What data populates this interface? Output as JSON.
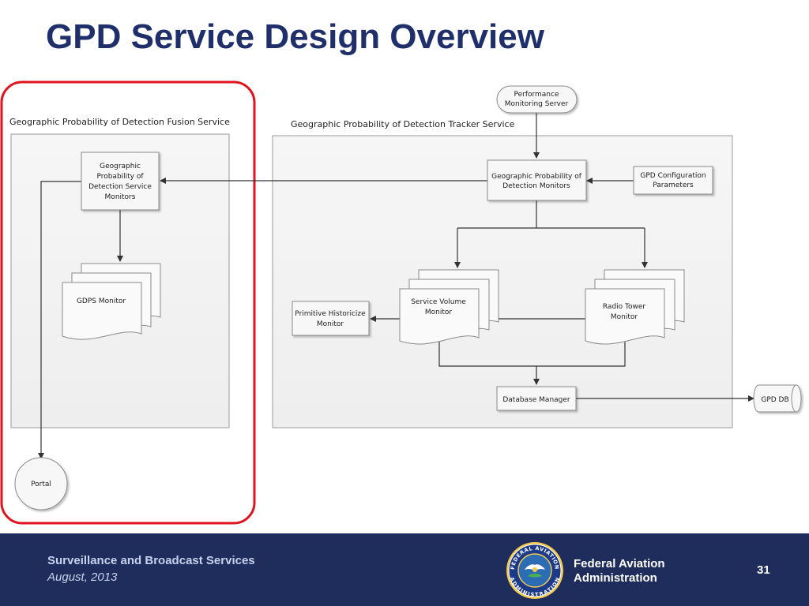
{
  "slide": {
    "title": "GPD Service Design Overview"
  },
  "diagram": {
    "fusion_service": {
      "label": "Geographic Probability of Detection Fusion Service",
      "service_monitors": [
        "Geographic",
        "Probability of",
        "Detection Service",
        "Monitors"
      ],
      "gdps_monitor": "GDPS Monitor"
    },
    "tracker_service": {
      "label": "Geographic Probability of Detection Tracker Service",
      "detection_monitors": [
        "Geographic Probability of",
        "Detection Monitors"
      ],
      "config_parameters": [
        "GPD Configuration",
        "Parameters"
      ],
      "primitive_historicize": [
        "Primitive Historicize",
        "Monitor"
      ],
      "service_volume_monitor": [
        "Service Volume",
        "Monitor"
      ],
      "radio_tower_monitor": [
        "Radio Tower",
        "Monitor"
      ],
      "database_manager": "Database Manager"
    },
    "performance_server": [
      "Performance",
      "Monitoring Server"
    ],
    "gpd_db": "GPD DB",
    "portal": "Portal",
    "highlight_color": "#e0141e"
  },
  "footer": {
    "org_line": "Surveillance and Broadcast Services",
    "date_line": "August, 2013",
    "agency_line1": "Federal Aviation",
    "agency_line2": "Administration",
    "page_number": "31",
    "seal_top_text": "FEDERAL AVIATION",
    "seal_bottom_text": "ADMINISTRATION"
  }
}
